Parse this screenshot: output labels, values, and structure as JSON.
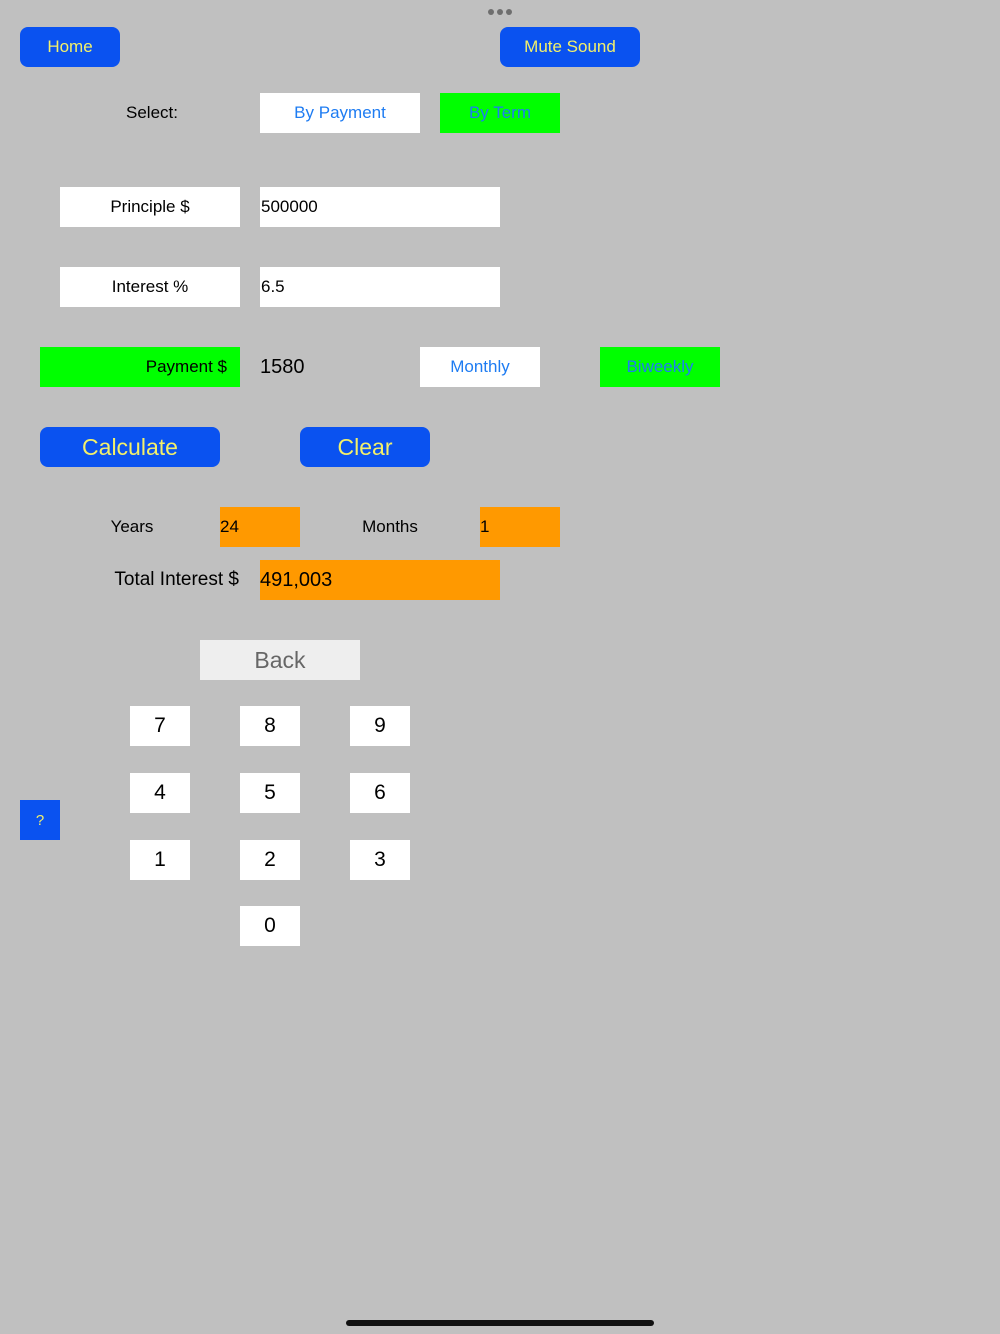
{
  "header": {
    "home_label": "Home",
    "mute_label": "Mute Sound"
  },
  "mode": {
    "select_label": "Select:",
    "by_payment_label": "By Payment",
    "by_term_label": "By Term"
  },
  "inputs": {
    "principle_label": "Principle $",
    "principle_value": "500000",
    "interest_label": "Interest %",
    "interest_value": "6.5",
    "payment_label": "Payment $",
    "payment_value": "1580"
  },
  "frequency": {
    "monthly_label": "Monthly",
    "biweekly_label": "Biweekly"
  },
  "actions": {
    "calculate_label": "Calculate",
    "clear_label": "Clear"
  },
  "results": {
    "years_label": "Years",
    "years_value": "24",
    "months_label": "Months",
    "months_value": "1",
    "total_interest_label": "Total Interest $",
    "total_interest_value": "491,003"
  },
  "keypad": {
    "back_label": "Back",
    "keys": [
      "7",
      "8",
      "9",
      "4",
      "5",
      "6",
      "1",
      "2",
      "3",
      "0"
    ]
  },
  "help": {
    "label": "?"
  },
  "colors": {
    "background": "#c0c0c0",
    "button_blue": "#0a52f0",
    "button_text_yellow": "#f3f06a",
    "selected_green": "#00ff00",
    "result_orange": "#ff9900",
    "link_blue": "#1e7cf2"
  }
}
